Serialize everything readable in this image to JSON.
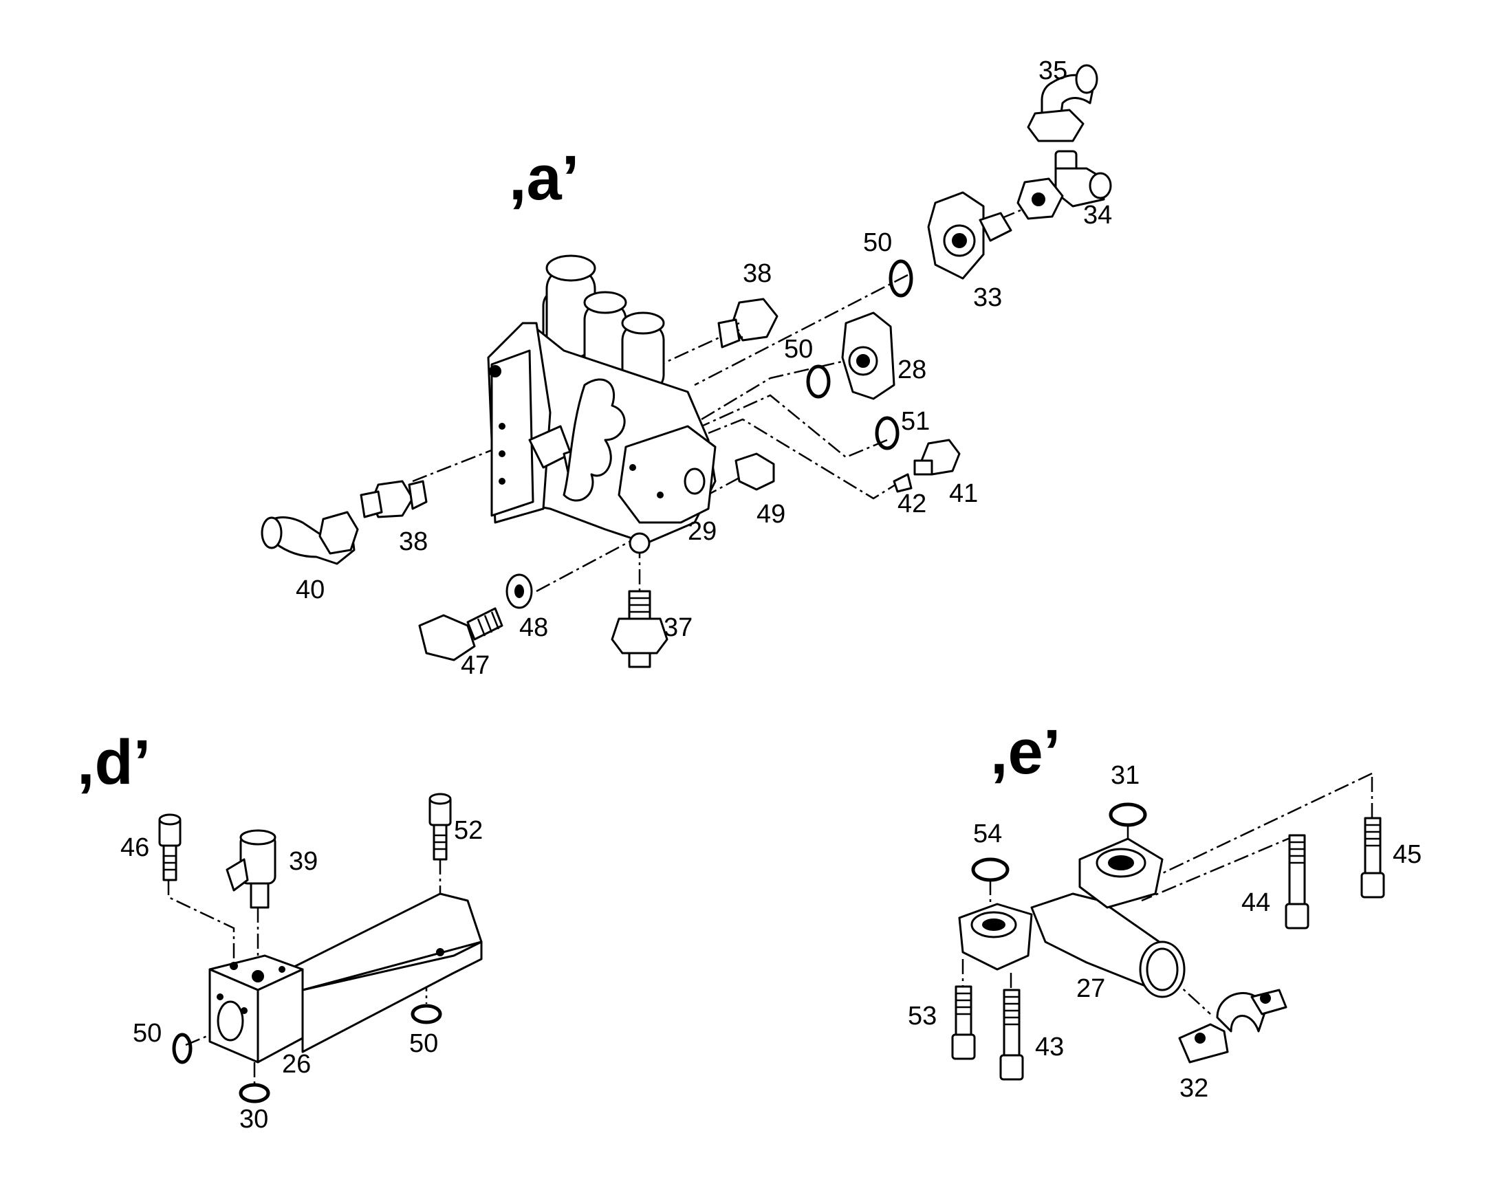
{
  "sections": {
    "a": ",a’",
    "d": ",d’",
    "e": ",e’"
  },
  "labels": {
    "p35": "35",
    "p34": "34",
    "p33": "33",
    "p50_a1": "50",
    "p38_top": "38",
    "p50_a2": "50",
    "p28": "28",
    "p51": "51",
    "p41": "41",
    "p42": "42",
    "p49": "49",
    "p29": "29",
    "p38_left": "38",
    "p40": "40",
    "p48": "48",
    "p47": "47",
    "p37": "37",
    "p46": "46",
    "p39": "39",
    "p52": "52",
    "p50_d1": "50",
    "p50_d2": "50",
    "p26": "26",
    "p30": "30",
    "p31": "31",
    "p54": "54",
    "p45": "45",
    "p44": "44",
    "p27": "27",
    "p53": "53",
    "p43": "43",
    "p32": "32"
  }
}
